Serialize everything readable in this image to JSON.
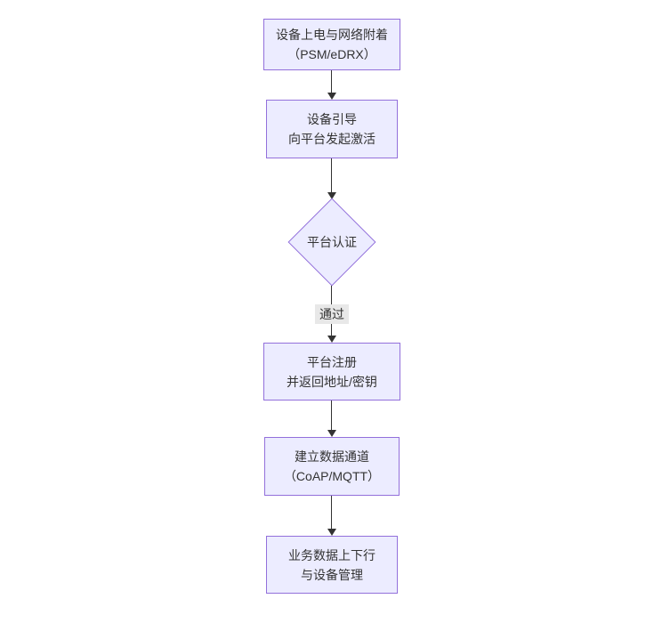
{
  "diagram": {
    "type": "flowchart-top-down",
    "colors": {
      "node_fill": "#ECECFF",
      "node_border": "#9370DB",
      "arrow": "#333333",
      "edge_label_bg": "#e8e8e8",
      "text": "#333333",
      "background": "#ffffff"
    },
    "nodes": [
      {
        "id": "power-on-network-attach",
        "shape": "rect",
        "lines": [
          "设备上电与网络附着",
          "（PSM/eDRX）"
        ]
      },
      {
        "id": "device-bootstrap",
        "shape": "rect",
        "lines": [
          "设备引导",
          "向平台发起激活"
        ]
      },
      {
        "id": "platform-auth",
        "shape": "diamond",
        "lines": [
          "平台认证"
        ]
      },
      {
        "id": "platform-register",
        "shape": "rect",
        "lines": [
          "平台注册",
          "并返回地址/密钥"
        ]
      },
      {
        "id": "data-channel",
        "shape": "rect",
        "lines": [
          "建立数据通道",
          "（CoAP/MQTT）"
        ]
      },
      {
        "id": "business-data",
        "shape": "rect",
        "lines": [
          "业务数据上下行",
          "与设备管理"
        ]
      }
    ],
    "edges": [
      {
        "from": "power-on-network-attach",
        "to": "device-bootstrap",
        "label": ""
      },
      {
        "from": "device-bootstrap",
        "to": "platform-auth",
        "label": ""
      },
      {
        "from": "platform-auth",
        "to": "platform-register",
        "label": "通过"
      },
      {
        "from": "platform-register",
        "to": "data-channel",
        "label": ""
      },
      {
        "from": "data-channel",
        "to": "business-data",
        "label": ""
      }
    ]
  }
}
